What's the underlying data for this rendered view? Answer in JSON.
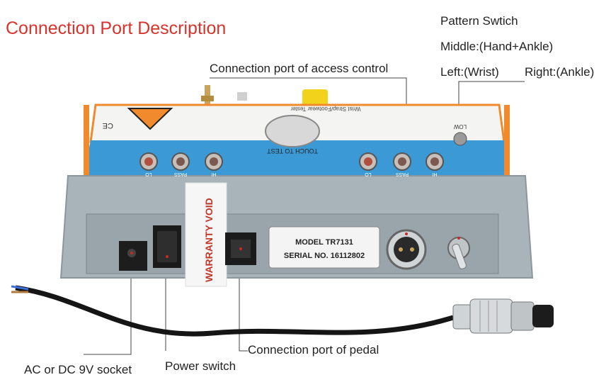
{
  "title": "Connection Port Description",
  "labels": {
    "pattern_switch": "Pattern Swtich",
    "middle": "Middle:(Hand+Ankle)",
    "left": "Left:(Wrist)",
    "right": "Right:(Ankle)",
    "access_control": "Connection port of access control",
    "pedal": "Connection port of pedal",
    "power_switch": "Power switch",
    "dc_socket": "AC or DC 9V socket"
  },
  "device": {
    "warranty_sticker": "WARRANTY VOID",
    "model": "MODEL TR7131",
    "serial": "SERIAL NO.  16112802",
    "touch_to_test": "TOUCH TO TEST",
    "device_name": "Wrist Strap/Footwear Tester",
    "low": "LOW",
    "port_labels": [
      "LO",
      "PASS",
      "HI"
    ],
    "ce_mark": "CE"
  },
  "colors": {
    "title": "#d8332c",
    "panel_blue": "#3b9ad6",
    "case_gray": "#a9b4ba",
    "accent_orange": "#f08a2c"
  }
}
